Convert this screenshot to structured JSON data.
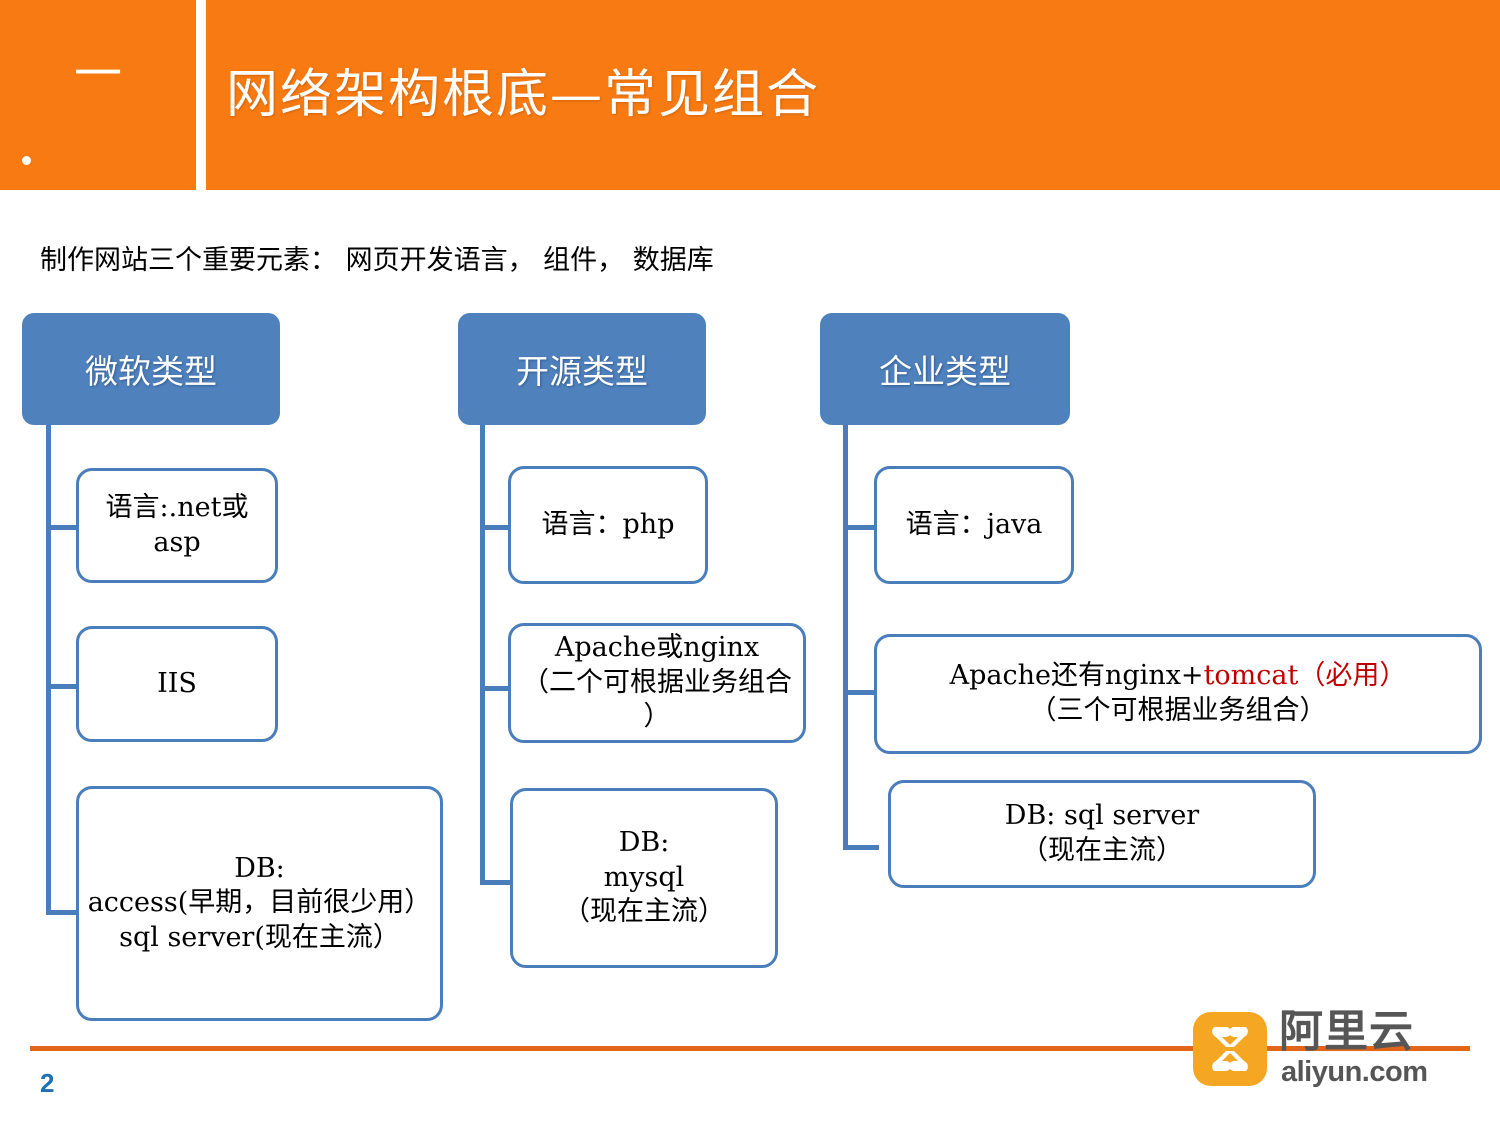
{
  "header": {
    "number": "一",
    "title": "网络架构根底—常见组合",
    "bar_color": "#F77B12"
  },
  "subtitle": "制作网站三个重要元素： 网页开发语言， 组件， 数据库",
  "colors": {
    "accent_orange": "#F77B12",
    "node_blue": "#4F81BD",
    "node_border": "#4A7EBB",
    "highlight_red": "#C00000",
    "footer_rule": "#E2661A",
    "page_number": "#1F6FB5"
  },
  "columns": [
    {
      "head": "微软类型",
      "nodes": [
        {
          "lines": [
            "语言:.net或",
            "asp"
          ]
        },
        {
          "lines": [
            "IIS"
          ]
        },
        {
          "lines": [
            "DB:",
            "access(早期，目前很少用）",
            "sql server(现在主流）"
          ]
        }
      ]
    },
    {
      "head": "开源类型",
      "nodes": [
        {
          "lines": [
            "语言：php"
          ]
        },
        {
          "lines": [
            "Apache或nginx",
            "（二个可根据业务组合",
            "）"
          ]
        },
        {
          "lines": [
            "DB:",
            "mysql",
            "（现在主流）"
          ]
        }
      ]
    },
    {
      "head": "企业类型",
      "nodes": [
        {
          "lines": [
            "语言：java"
          ]
        },
        {
          "lines": [
            "Apache还有nginx+",
            "tomcat（必用）",
            "（三个可根据业务组合）"
          ],
          "red_segment": "tomcat（必用）"
        },
        {
          "lines": [
            "DB:    sql server",
            "（现在主流）"
          ]
        }
      ]
    }
  ],
  "footer": {
    "page_number": "2",
    "logo_cn": "阿里云",
    "logo_en": "aliyun.com"
  }
}
